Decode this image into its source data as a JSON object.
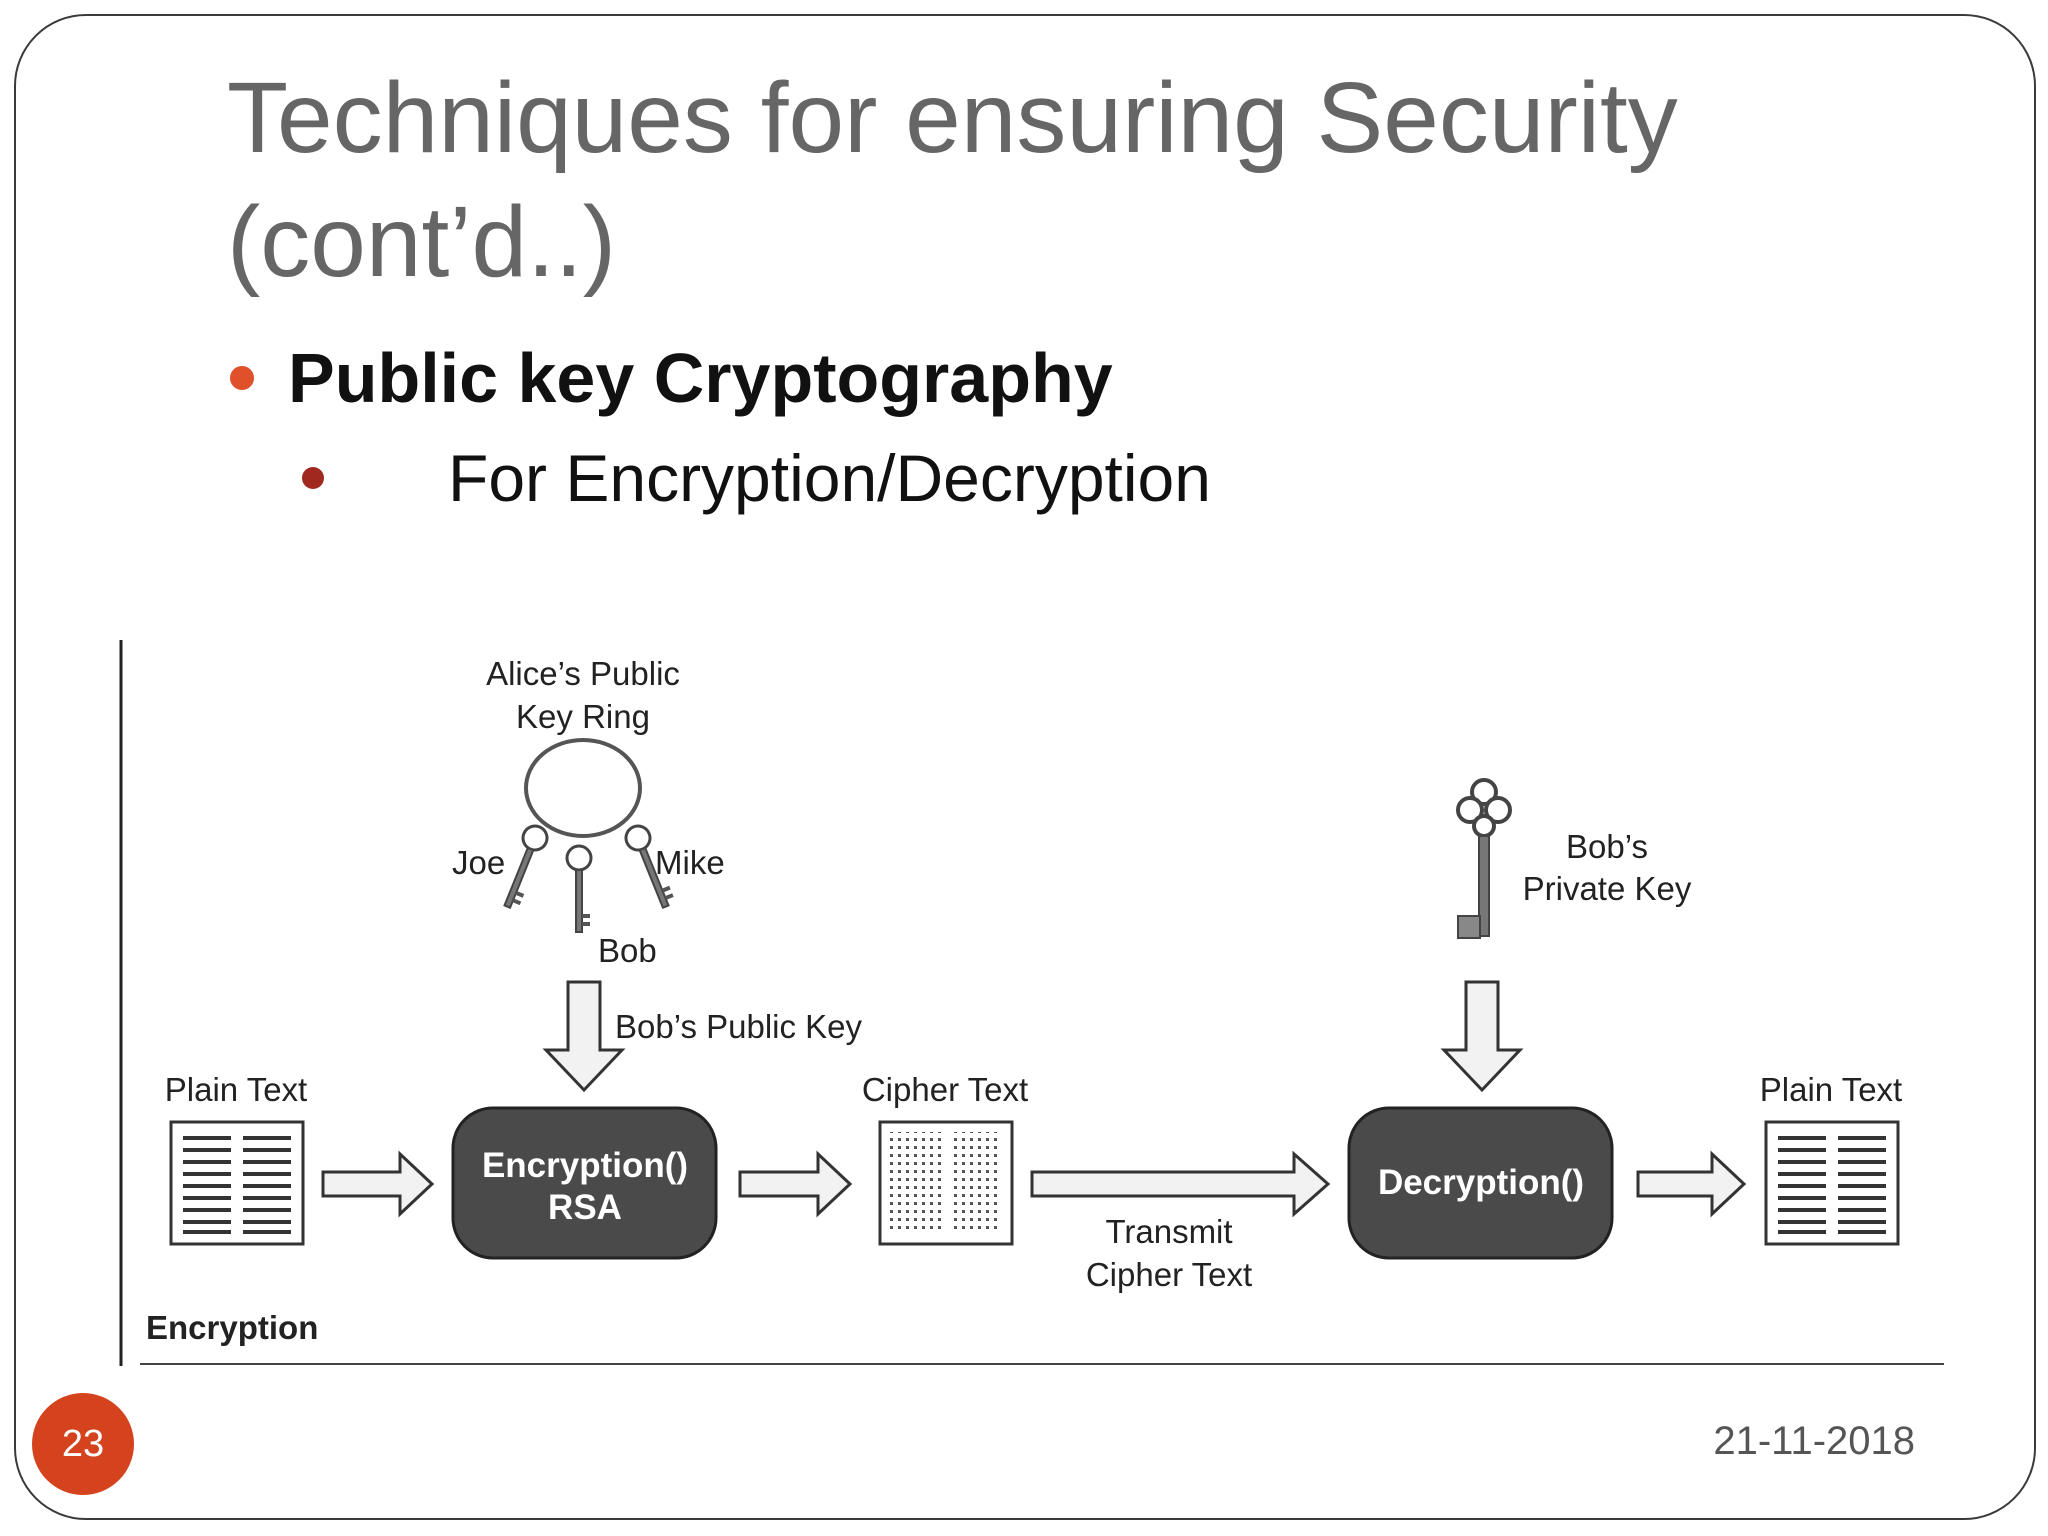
{
  "slide": {
    "title_line1": "Techniques for ensuring Security",
    "title_line2": "(cont’d..)",
    "bullet_l1": "Public key Cryptography",
    "bullet_l2": "For Encryption/Decryption",
    "page_number": "23",
    "date": "21-11-2018"
  },
  "diagram": {
    "key_ring_label_line1": "Alice’s Public",
    "key_ring_label_line2": "Key Ring",
    "key_joe": "Joe",
    "key_mike": "Mike",
    "key_bob": "Bob",
    "bobs_public_key": "Bob’s Public Key",
    "private_key_line1": "Bob’s",
    "private_key_line2": "Private Key",
    "plain_text_left": "Plain Text",
    "encryption_box_line1": "Encryption()",
    "encryption_box_line2": "RSA",
    "cipher_text": "Cipher Text",
    "transmit_line1": "Transmit",
    "transmit_line2": "Cipher Text",
    "decryption_box": "Decryption()",
    "plain_text_right": "Plain Text",
    "caption": "Encryption"
  },
  "colors": {
    "title": "#666666",
    "bullet_l1_dot": "#e0502a",
    "bullet_l2_dot": "#a0281e",
    "badge": "#d4431e",
    "process_box": "#4a4a4a"
  }
}
